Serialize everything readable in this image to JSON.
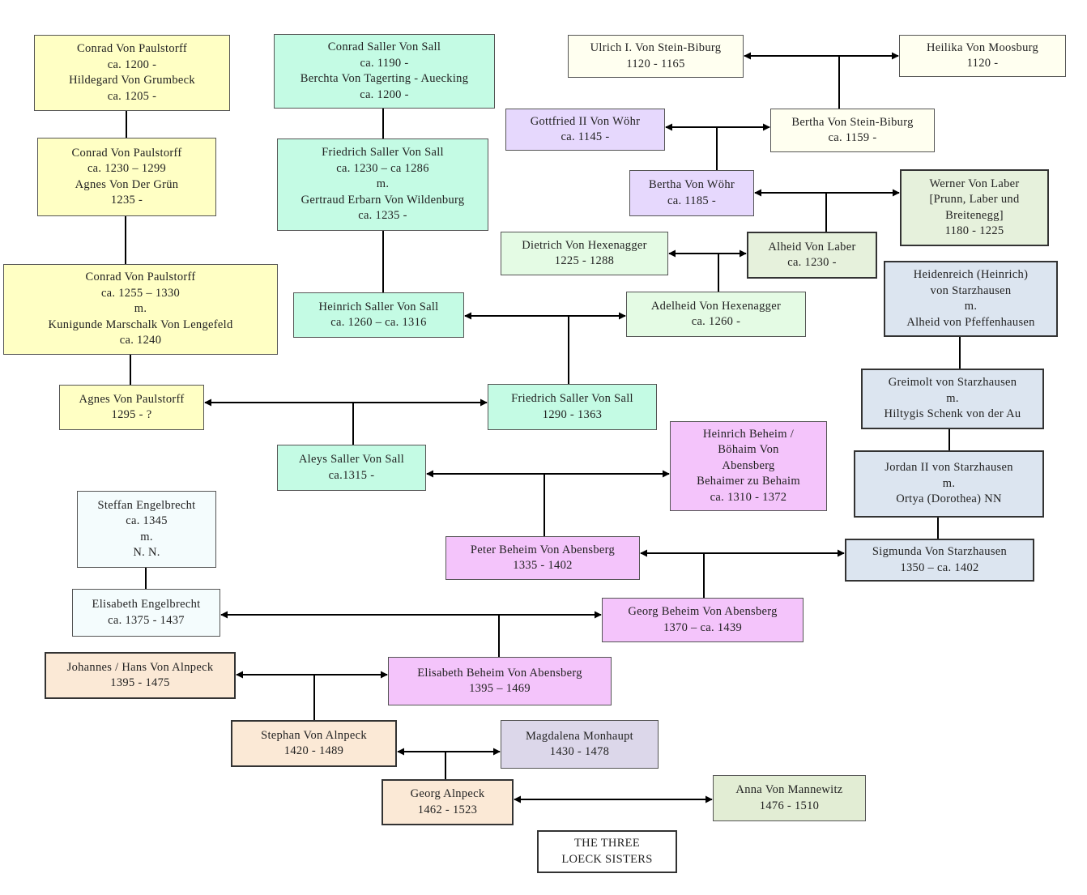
{
  "colors": {
    "yellow": "#ffffc4",
    "teal": "#c4fbe4",
    "cream": "#fffff0",
    "lavender": "#e6d8fd",
    "lightgreen": "#e4fbe4",
    "olive": "#e6f1dc",
    "blue": "#dce5f0",
    "pink": "#f4c4fb",
    "aqua": "#f4fcfd",
    "peach": "#fbe9d6",
    "grey": "#dcd7ea",
    "green2": "#e2edd4",
    "white": "#ffffff"
  },
  "nodes": [
    {
      "id": "conrad1200",
      "color": "yellow",
      "lines": [
        "Conrad Von Paulstorff",
        "ca. 1200 -",
        "Hildegard Von Grumbeck",
        "ca. 1205 -"
      ]
    },
    {
      "id": "conrad1230",
      "color": "yellow",
      "lines": [
        "Conrad Von Paulstorff",
        "ca. 1230 – 1299",
        "Agnes Von Der Grün",
        "1235 -"
      ]
    },
    {
      "id": "conrad1255",
      "color": "yellow",
      "lines": [
        "Conrad Von Paulstorff",
        "ca. 1255 – 1330",
        "m.",
        "Kunigunde Marschalk Von Lengefeld",
        "ca. 1240"
      ]
    },
    {
      "id": "agnes",
      "color": "yellow",
      "lines": [
        "Agnes Von Paulstorff",
        "1295 - ?"
      ]
    },
    {
      "id": "conradsaller",
      "color": "teal",
      "lines": [
        "Conrad Saller Von Sall",
        "ca. 1190 -",
        "Berchta Von Tagerting - Auecking",
        "ca. 1200 -"
      ]
    },
    {
      "id": "friedrich1230",
      "color": "teal",
      "lines": [
        "Friedrich Saller Von Sall",
        "ca. 1230 – ca 1286",
        "m.",
        "Gertraud Erbarn Von Wildenburg",
        "ca. 1235 -"
      ]
    },
    {
      "id": "heinrichsaller",
      "color": "teal",
      "lines": [
        "Heinrich Saller Von Sall",
        "ca. 1260 – ca. 1316"
      ]
    },
    {
      "id": "friedrich1290",
      "color": "teal",
      "lines": [
        "Friedrich Saller Von Sall",
        "1290 - 1363"
      ]
    },
    {
      "id": "aleys",
      "color": "teal",
      "lines": [
        "Aleys Saller Von Sall",
        "ca.1315 -"
      ]
    },
    {
      "id": "ulrich",
      "color": "cream",
      "lines": [
        "Ulrich I. Von Stein-Biburg",
        "1120 - 1165"
      ]
    },
    {
      "id": "heilika",
      "color": "cream",
      "lines": [
        "Heilika Von Moosburg",
        "1120 -"
      ]
    },
    {
      "id": "berthastein",
      "color": "cream",
      "lines": [
        "Bertha Von Stein-Biburg",
        "ca. 1159 -"
      ]
    },
    {
      "id": "gottfried",
      "color": "lavender",
      "lines": [
        "Gottfried II Von Wöhr",
        "ca. 1145 -"
      ]
    },
    {
      "id": "berthawohr",
      "color": "lavender",
      "lines": [
        "Bertha Von Wöhr",
        "ca. 1185 -"
      ]
    },
    {
      "id": "werner",
      "color": "olive",
      "lines": [
        "Werner Von Laber",
        "[Prunn, Laber und",
        "Breitenegg]",
        "1180 - 1225"
      ]
    },
    {
      "id": "alheidlaber",
      "color": "olive",
      "lines": [
        "Alheid Von Laber",
        "ca. 1230 -"
      ]
    },
    {
      "id": "dietrich",
      "color": "lightgreen",
      "lines": [
        "Dietrich Von Hexenagger",
        "1225 - 1288"
      ]
    },
    {
      "id": "adelheid",
      "color": "lightgreen",
      "lines": [
        "Adelheid Von Hexenagger",
        "ca. 1260 -"
      ]
    },
    {
      "id": "heidenreich",
      "color": "blue",
      "lines": [
        "Heidenreich (Heinrich)",
        "von Starzhausen",
        "m.",
        "Alheid von Pfeffenhausen"
      ]
    },
    {
      "id": "greimolt",
      "color": "blue",
      "lines": [
        "Greimolt von Starzhausen",
        "m.",
        "Hiltygis Schenk von der Au"
      ]
    },
    {
      "id": "jordan",
      "color": "blue",
      "lines": [
        "Jordan II von Starzhausen",
        "m.",
        "Ortya (Dorothea) NN"
      ]
    },
    {
      "id": "sigmunda",
      "color": "blue",
      "lines": [
        "Sigmunda Von Starzhausen",
        "1350 – ca. 1402"
      ]
    },
    {
      "id": "heinrichbeheim",
      "color": "pink",
      "lines": [
        "Heinrich Beheim /",
        "Böhaim Von",
        "Abensberg",
        "Behaimer zu Behaim",
        "ca. 1310 - 1372"
      ]
    },
    {
      "id": "peter",
      "color": "pink",
      "lines": [
        "Peter Beheim Von Abensberg",
        "1335 - 1402"
      ]
    },
    {
      "id": "georgbeheim",
      "color": "pink",
      "lines": [
        "Georg Beheim Von Abensberg",
        "1370 – ca. 1439"
      ]
    },
    {
      "id": "elisabethbeheim",
      "color": "pink",
      "lines": [
        "Elisabeth Beheim Von Abensberg",
        "1395 – 1469"
      ]
    },
    {
      "id": "steffan",
      "color": "aqua",
      "lines": [
        "Steffan Engelbrecht",
        "ca. 1345",
        "m.",
        "N. N."
      ]
    },
    {
      "id": "elisabethengel",
      "color": "aqua",
      "lines": [
        "Elisabeth Engelbrecht",
        "ca. 1375 - 1437"
      ]
    },
    {
      "id": "johannes",
      "color": "peach",
      "lines": [
        "Johannes / Hans Von Alnpeck",
        "1395 - 1475"
      ]
    },
    {
      "id": "stephan",
      "color": "peach",
      "lines": [
        "Stephan Von Alnpeck",
        "1420 - 1489"
      ]
    },
    {
      "id": "magdalena",
      "color": "grey",
      "lines": [
        "Magdalena Monhaupt",
        "1430 - 1478"
      ]
    },
    {
      "id": "georgalnpeck",
      "color": "peach",
      "lines": [
        "Georg Alnpeck",
        "1462 - 1523"
      ]
    },
    {
      "id": "anna",
      "color": "green2",
      "lines": [
        "Anna Von Mannewitz",
        "1476 - 1510"
      ]
    },
    {
      "id": "three",
      "color": "white",
      "lines": [
        "THE THREE",
        "LOECK SISTERS"
      ]
    }
  ]
}
